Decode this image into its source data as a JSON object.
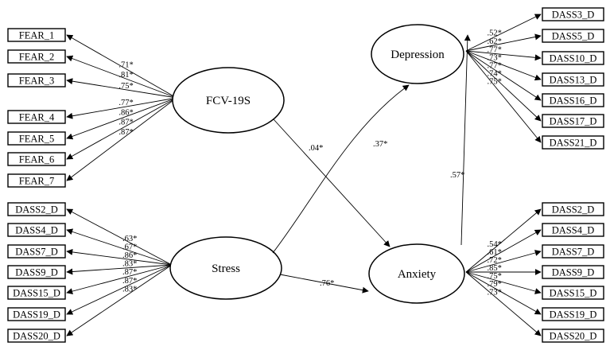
{
  "latents": {
    "fcv": "FCV-19S",
    "stress": "Stress",
    "depression": "Depression",
    "anxiety": "Anxiety"
  },
  "fear_items": [
    {
      "label": "FEAR_1",
      "loading": ".71*"
    },
    {
      "label": "FEAR_2",
      "loading": ".81*"
    },
    {
      "label": "FEAR_3",
      "loading": ".75*"
    },
    {
      "label": "FEAR_4",
      "loading": ".77*"
    },
    {
      "label": "FEAR_5",
      "loading": ".86*"
    },
    {
      "label": "FEAR_6",
      "loading": ".87*"
    },
    {
      "label": "FEAR_7",
      "loading": ".87*"
    }
  ],
  "stress_items": [
    {
      "label": "DASS2_D",
      "loading": ".63*"
    },
    {
      "label": "DASS4_D",
      "loading": ".67*"
    },
    {
      "label": "DASS7_D",
      "loading": ".86*"
    },
    {
      "label": "DASS9_D",
      "loading": ".83*"
    },
    {
      "label": "DASS15_D",
      "loading": ".87*"
    },
    {
      "label": "DASS19_D",
      "loading": ".87*"
    },
    {
      "label": "DASS20_D",
      "loading": ".83*"
    }
  ],
  "depression_items": [
    {
      "label": "DASS3_D",
      "loading": ".52*"
    },
    {
      "label": "DASS5_D",
      "loading": ".62*"
    },
    {
      "label": "DASS10_D",
      "loading": ".77*"
    },
    {
      "label": "DASS13_D",
      "loading": ".73*"
    },
    {
      "label": "DASS16_D",
      "loading": ".77*"
    },
    {
      "label": "DASS17_D",
      "loading": ".74*"
    },
    {
      "label": "DASS21_D",
      "loading": ".75*"
    }
  ],
  "anxiety_items": [
    {
      "label": "DASS2_D",
      "loading": ".54*"
    },
    {
      "label": "DASS4_D",
      "loading": ".61*"
    },
    {
      "label": "DASS7_D",
      "loading": ".72*"
    },
    {
      "label": "DASS9_D",
      "loading": ".85*"
    },
    {
      "label": "DASS15_D",
      "loading": ".75*"
    },
    {
      "label": "DASS19_D",
      "loading": ".79*"
    },
    {
      "label": "DASS20_D",
      "loading": ".73*"
    }
  ],
  "paths": {
    "fcv_to_anxiety": ".04*",
    "stress_to_depression": ".37*",
    "stress_to_anxiety": ".76*",
    "anxiety_to_depression": ".57*"
  }
}
